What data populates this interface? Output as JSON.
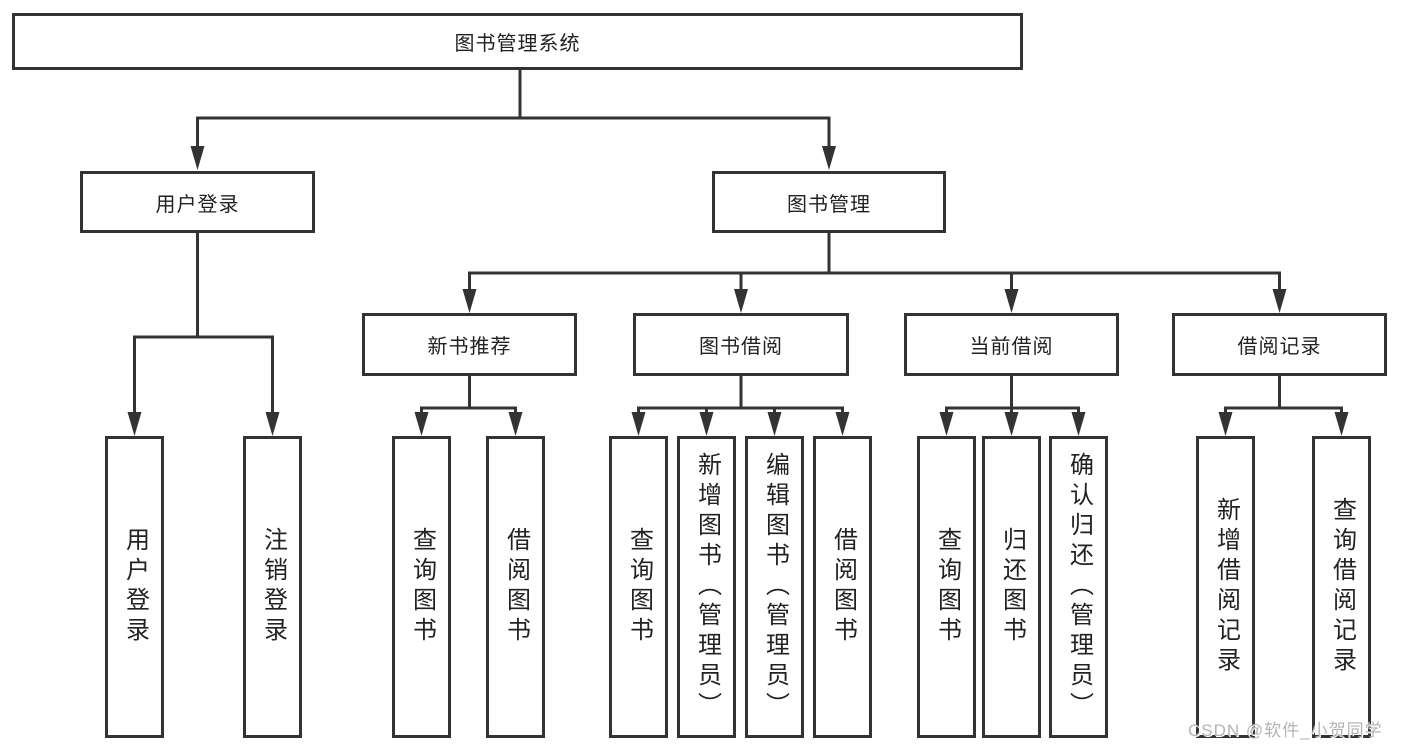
{
  "diagram": {
    "root": {
      "label": "图书管理系统"
    },
    "branches": [
      {
        "label": "用户登录",
        "children": [
          {
            "label": "用户登录"
          },
          {
            "label": "注销登录"
          }
        ]
      },
      {
        "label": "图书管理",
        "children": [
          {
            "label": "新书推荐",
            "children": [
              {
                "label": "查询图书"
              },
              {
                "label": "借阅图书"
              }
            ]
          },
          {
            "label": "图书借阅",
            "children": [
              {
                "label": "查询图书"
              },
              {
                "label": "新增图书（管理员）"
              },
              {
                "label": "编辑图书（管理员）"
              },
              {
                "label": "借阅图书"
              }
            ]
          },
          {
            "label": "当前借阅",
            "children": [
              {
                "label": "查询图书"
              },
              {
                "label": "归还图书"
              },
              {
                "label": "确认归还（管理员）"
              }
            ]
          },
          {
            "label": "借阅记录",
            "children": [
              {
                "label": "新增借阅记录"
              },
              {
                "label": "查询借阅记录"
              }
            ]
          }
        ]
      }
    ],
    "line_color": "#333333"
  },
  "watermark": {
    "text": "CSDN @软件_小贺同学"
  }
}
